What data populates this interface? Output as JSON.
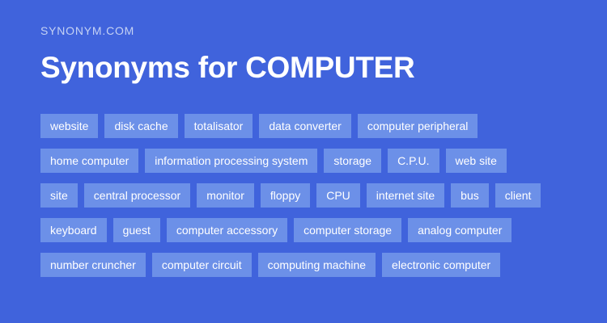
{
  "header": {
    "site_label": "SYNONYM.COM",
    "title": "Synonyms for COMPUTER"
  },
  "colors": {
    "background": "#4063dc",
    "chip_background": "#6c90e8",
    "chip_text": "#ffffff",
    "site_label_text": "#c5d2f4",
    "title_text": "#ffffff"
  },
  "synonym_rows": [
    {
      "chips": [
        {
          "label": "website"
        },
        {
          "label": "disk cache"
        },
        {
          "label": "totalisator"
        },
        {
          "label": "data converter"
        },
        {
          "label": "computer peripheral"
        }
      ]
    },
    {
      "chips": [
        {
          "label": "home computer"
        },
        {
          "label": "information processing system"
        },
        {
          "label": "storage"
        },
        {
          "label": "C.P.U."
        },
        {
          "label": "web site"
        }
      ]
    },
    {
      "chips": [
        {
          "label": "site"
        },
        {
          "label": "central processor"
        },
        {
          "label": "monitor"
        },
        {
          "label": "floppy"
        },
        {
          "label": "CPU"
        },
        {
          "label": "internet site"
        },
        {
          "label": "bus"
        },
        {
          "label": "client"
        }
      ]
    },
    {
      "chips": [
        {
          "label": "keyboard"
        },
        {
          "label": "guest"
        },
        {
          "label": "computer accessory"
        },
        {
          "label": "computer storage"
        },
        {
          "label": "analog computer"
        }
      ]
    },
    {
      "chips": [
        {
          "label": "number cruncher"
        },
        {
          "label": "computer circuit"
        },
        {
          "label": "computing machine"
        },
        {
          "label": "electronic computer"
        }
      ]
    }
  ]
}
